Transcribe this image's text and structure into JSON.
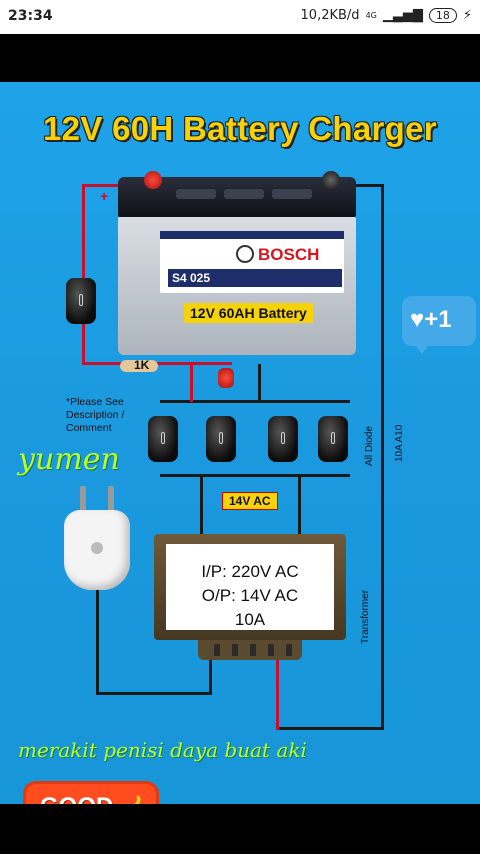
{
  "status_bar": {
    "time": "23:34",
    "net_speed": "10,2KB/d",
    "network": "4G",
    "battery": "18"
  },
  "image": {
    "title": "12V 60H Battery Charger",
    "battery": {
      "brand": "BOSCH",
      "model": "S4 025",
      "caption": "12V 60AH Battery",
      "plus_sign": "+"
    },
    "resistor_label": "1K",
    "note": "*Please See Description / Comment",
    "watermark": "yumen",
    "diode_label": "All Diode",
    "diode_rating": "10A A10",
    "ac_tag": "14V AC",
    "transformer_label": "Transformer",
    "transformer_text": {
      "line1": "I/P: 220V AC",
      "line2": "O/P: 14V AC",
      "line3": "10A"
    },
    "bottom_text": "merakit penisi daya buat aki"
  },
  "overlays": {
    "good_badge": "GOOD",
    "like_badge": "+1"
  },
  "colors": {
    "background": "#1ea3e8",
    "title": "#f6d20a",
    "red_wire": "#c8102e",
    "script_text": "#b9ff2b",
    "good_badge": "#ff4d1f"
  }
}
